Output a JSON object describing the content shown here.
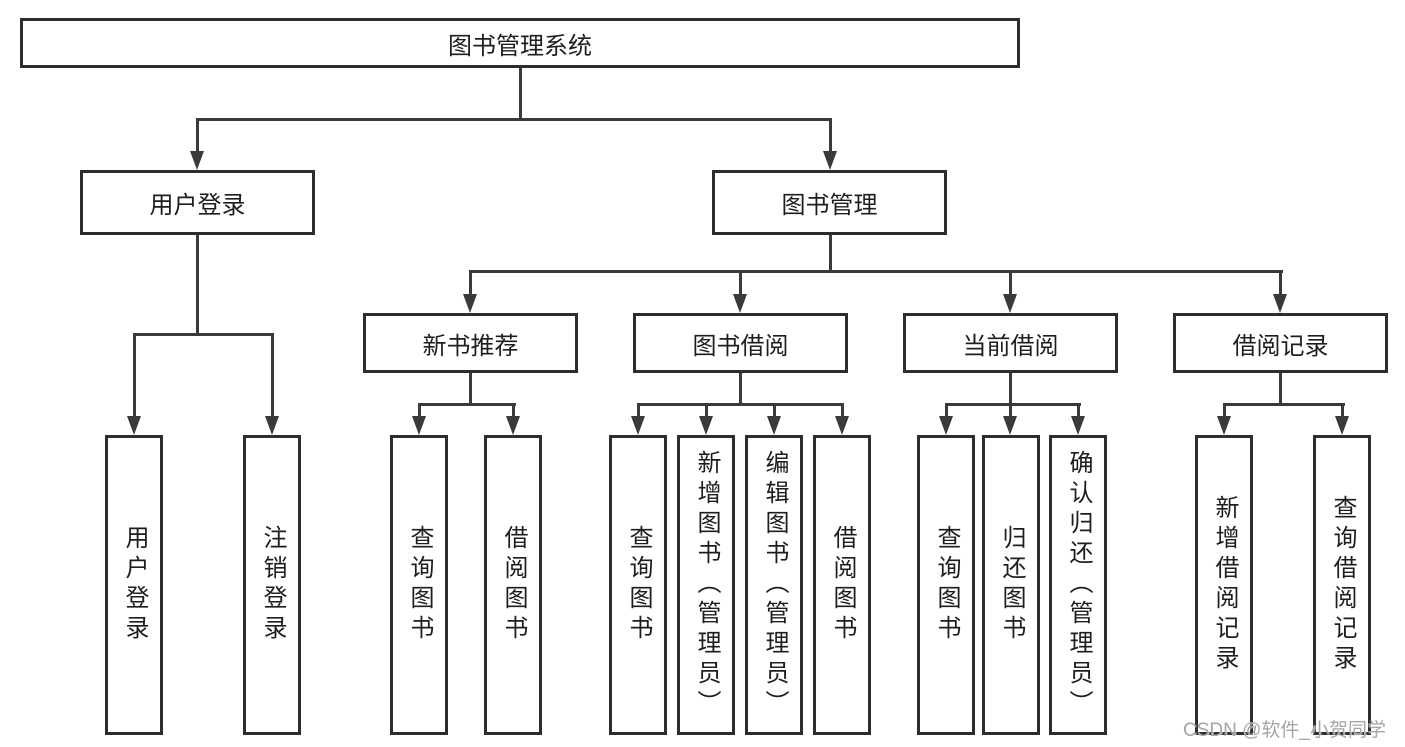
{
  "tree": {
    "label": "图书管理系统",
    "children": [
      {
        "label": "用户登录",
        "children": [
          {
            "label": "用户登录"
          },
          {
            "label": "注销登录"
          }
        ]
      },
      {
        "label": "图书管理",
        "children": [
          {
            "label": "新书推荐",
            "children": [
              {
                "label": "查询图书"
              },
              {
                "label": "借阅图书"
              }
            ]
          },
          {
            "label": "图书借阅",
            "children": [
              {
                "label": "查询图书"
              },
              {
                "label": "新增图书（管理员）"
              },
              {
                "label": "编辑图书（管理员）"
              },
              {
                "label": "借阅图书"
              }
            ]
          },
          {
            "label": "当前借阅",
            "children": [
              {
                "label": "查询图书"
              },
              {
                "label": "归还图书"
              },
              {
                "label": "确认归还（管理员）"
              }
            ]
          },
          {
            "label": "借阅记录",
            "children": [
              {
                "label": "新增借阅记录"
              },
              {
                "label": "查询借阅记录"
              }
            ]
          }
        ]
      }
    ]
  },
  "watermark": {
    "text": "CSDN @软件_小贺同学"
  },
  "colors": {
    "background": "#ffffff",
    "box_border": "#2d2d2d",
    "line": "#3a3a3a",
    "text": "#1e1e1e",
    "watermark": "#a5a5a5"
  }
}
